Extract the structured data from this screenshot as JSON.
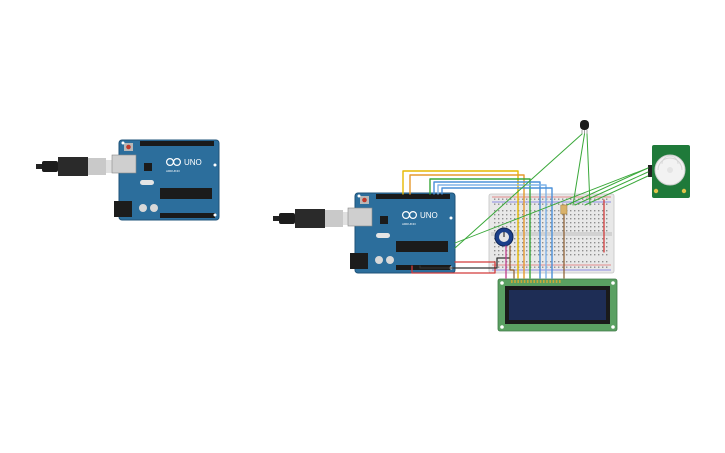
{
  "components": {
    "arduino_left": {
      "board_label": "UNO",
      "brand_label": "ARDUINO"
    },
    "arduino_right": {
      "board_label": "UNO",
      "brand_label": "ARDUINO"
    }
  },
  "icons": [
    "usb-cable-icon",
    "potentiometer-icon",
    "temperature-sensor-icon",
    "pir-sensor-icon",
    "lcd-display-icon",
    "breadboard-icon"
  ],
  "colors": {
    "board": "#2c6e9c",
    "board_dark": "#1f5379",
    "lcd_pcb": "#5aa062",
    "lcd_screen": "#1e2d55",
    "pir_pcb": "#1f7a3a",
    "wire_yellow": "#e6b800",
    "wire_orange": "#e69a2e",
    "wire_green": "#3aa83a",
    "wire_blue": "#4a90d9",
    "wire_red": "#d23b3b",
    "wire_black": "#333333",
    "wire_pink": "#c03c8c",
    "wire_brown": "#8a5a2b"
  }
}
